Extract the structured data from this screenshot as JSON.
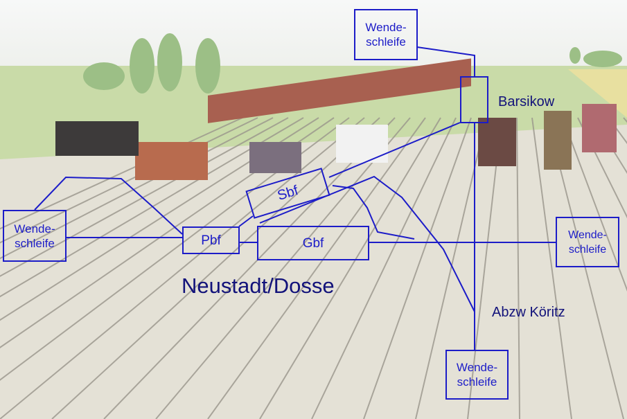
{
  "diagram": {
    "stations": {
      "barsikow": "Barsikow",
      "sbf": "Sbf",
      "pbf": "Pbf",
      "gbf": "Gbf",
      "town": "Neustadt/Dosse",
      "junction": "Abzw Köritz"
    },
    "loops": [
      {
        "label_line1": "Wende-",
        "label_line2": "schleife"
      },
      {
        "label_line1": "Wende-",
        "label_line2": "schleife"
      },
      {
        "label_line1": "Wende-",
        "label_line2": "schleife"
      },
      {
        "label_line1": "Wende-",
        "label_line2": "schleife"
      }
    ],
    "colors": {
      "line": "#1c1cc8",
      "text": "#12127a"
    }
  }
}
